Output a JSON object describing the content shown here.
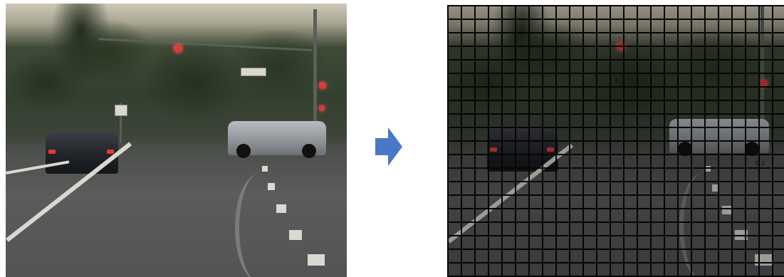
{
  "figure": {
    "left_image": "driving-scene-photo",
    "right_image": "driving-scene-photo-with-grid-overlay",
    "arrow": {
      "icon": "right-arrow-icon",
      "color": "#4a78c6"
    },
    "grid_overlay": {
      "columns": 25,
      "rows": 20,
      "line_color": "#050505"
    },
    "grid_labels": [
      "0.3",
      "0.3"
    ]
  }
}
